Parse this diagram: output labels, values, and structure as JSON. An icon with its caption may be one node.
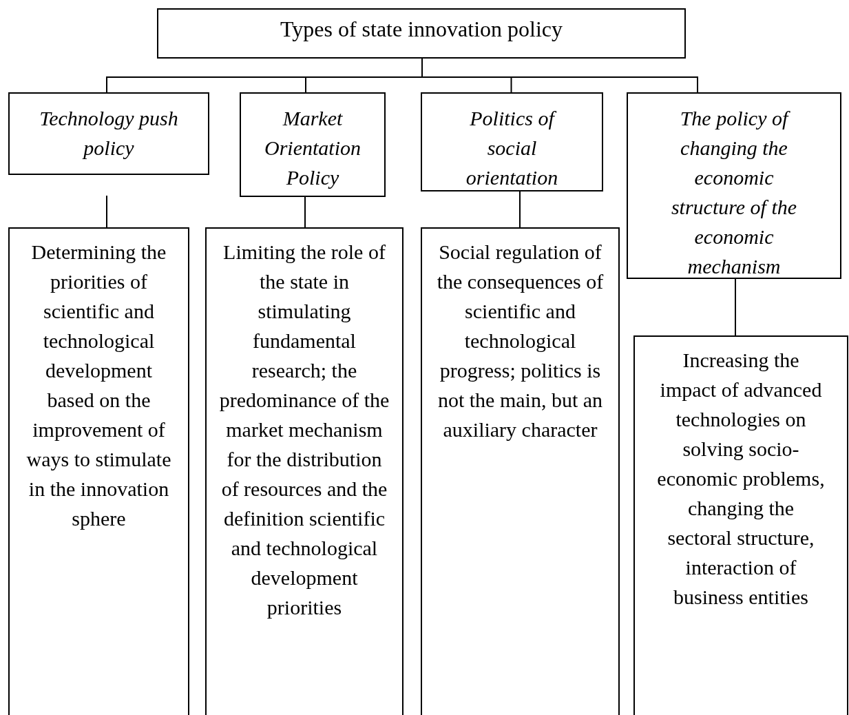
{
  "diagram": {
    "nodes": [
      {
        "text": [
          "Types of state innovation policy"
        ]
      },
      {
        "text": [
          "Technology push policy"
        ]
      },
      {
        "text": [
          "Market Orientation Policy"
        ]
      },
      {
        "text": [
          "Politics of social orientation"
        ]
      },
      {
        "text": [
          "The policy of changing the economic structure of the economic mechanism"
        ]
      },
      {
        "text": [
          "Determining the priorities of scientific and technological development based on the improvement of ways to stimulate in the innovation sphere"
        ]
      },
      {
        "text": [
          "Limiting the role of the state in stimulating fundamental research; the predominance of the market mechanism for the distribution of resources and the definition scientific and technological development priorities"
        ]
      },
      {
        "text": [
          "Social regulation of the consequences of scientific and technological progress; politics is not the main, but an auxiliary character"
        ]
      },
      {
        "text": [
          "Increasing the impact of advanced technologies on solving socio-economic problems, changing the sectoral structure, interaction of business entities"
        ]
      }
    ],
    "edges": [
      {
        "from": 0,
        "to": 1,
        "arrow": "none"
      },
      {
        "from": 0,
        "to": 2,
        "arrow": "none"
      },
      {
        "from": 0,
        "to": 3,
        "arrow": "none"
      },
      {
        "from": 0,
        "to": 4,
        "arrow": "none"
      },
      {
        "from": 1,
        "to": 5,
        "arrow": "none"
      },
      {
        "from": 2,
        "to": 6,
        "arrow": "none"
      },
      {
        "from": 3,
        "to": 7,
        "arrow": "none"
      },
      {
        "from": 4,
        "to": 8,
        "arrow": "none"
      }
    ]
  }
}
